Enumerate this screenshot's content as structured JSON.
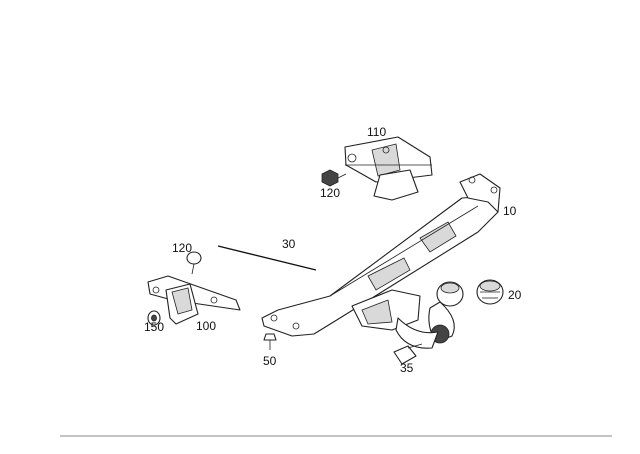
{
  "diagram": {
    "callouts": {
      "c110": "110",
      "c120_top": "120",
      "c10": "10",
      "c30": "30",
      "c120_left": "120",
      "c20": "20",
      "c150": "150",
      "c100": "100",
      "c50": "50",
      "c35": "35"
    },
    "colors": {
      "line": "#222222",
      "shade": "#d9d9d9",
      "background": "#ffffff",
      "footer_rule": "#888888"
    }
  }
}
